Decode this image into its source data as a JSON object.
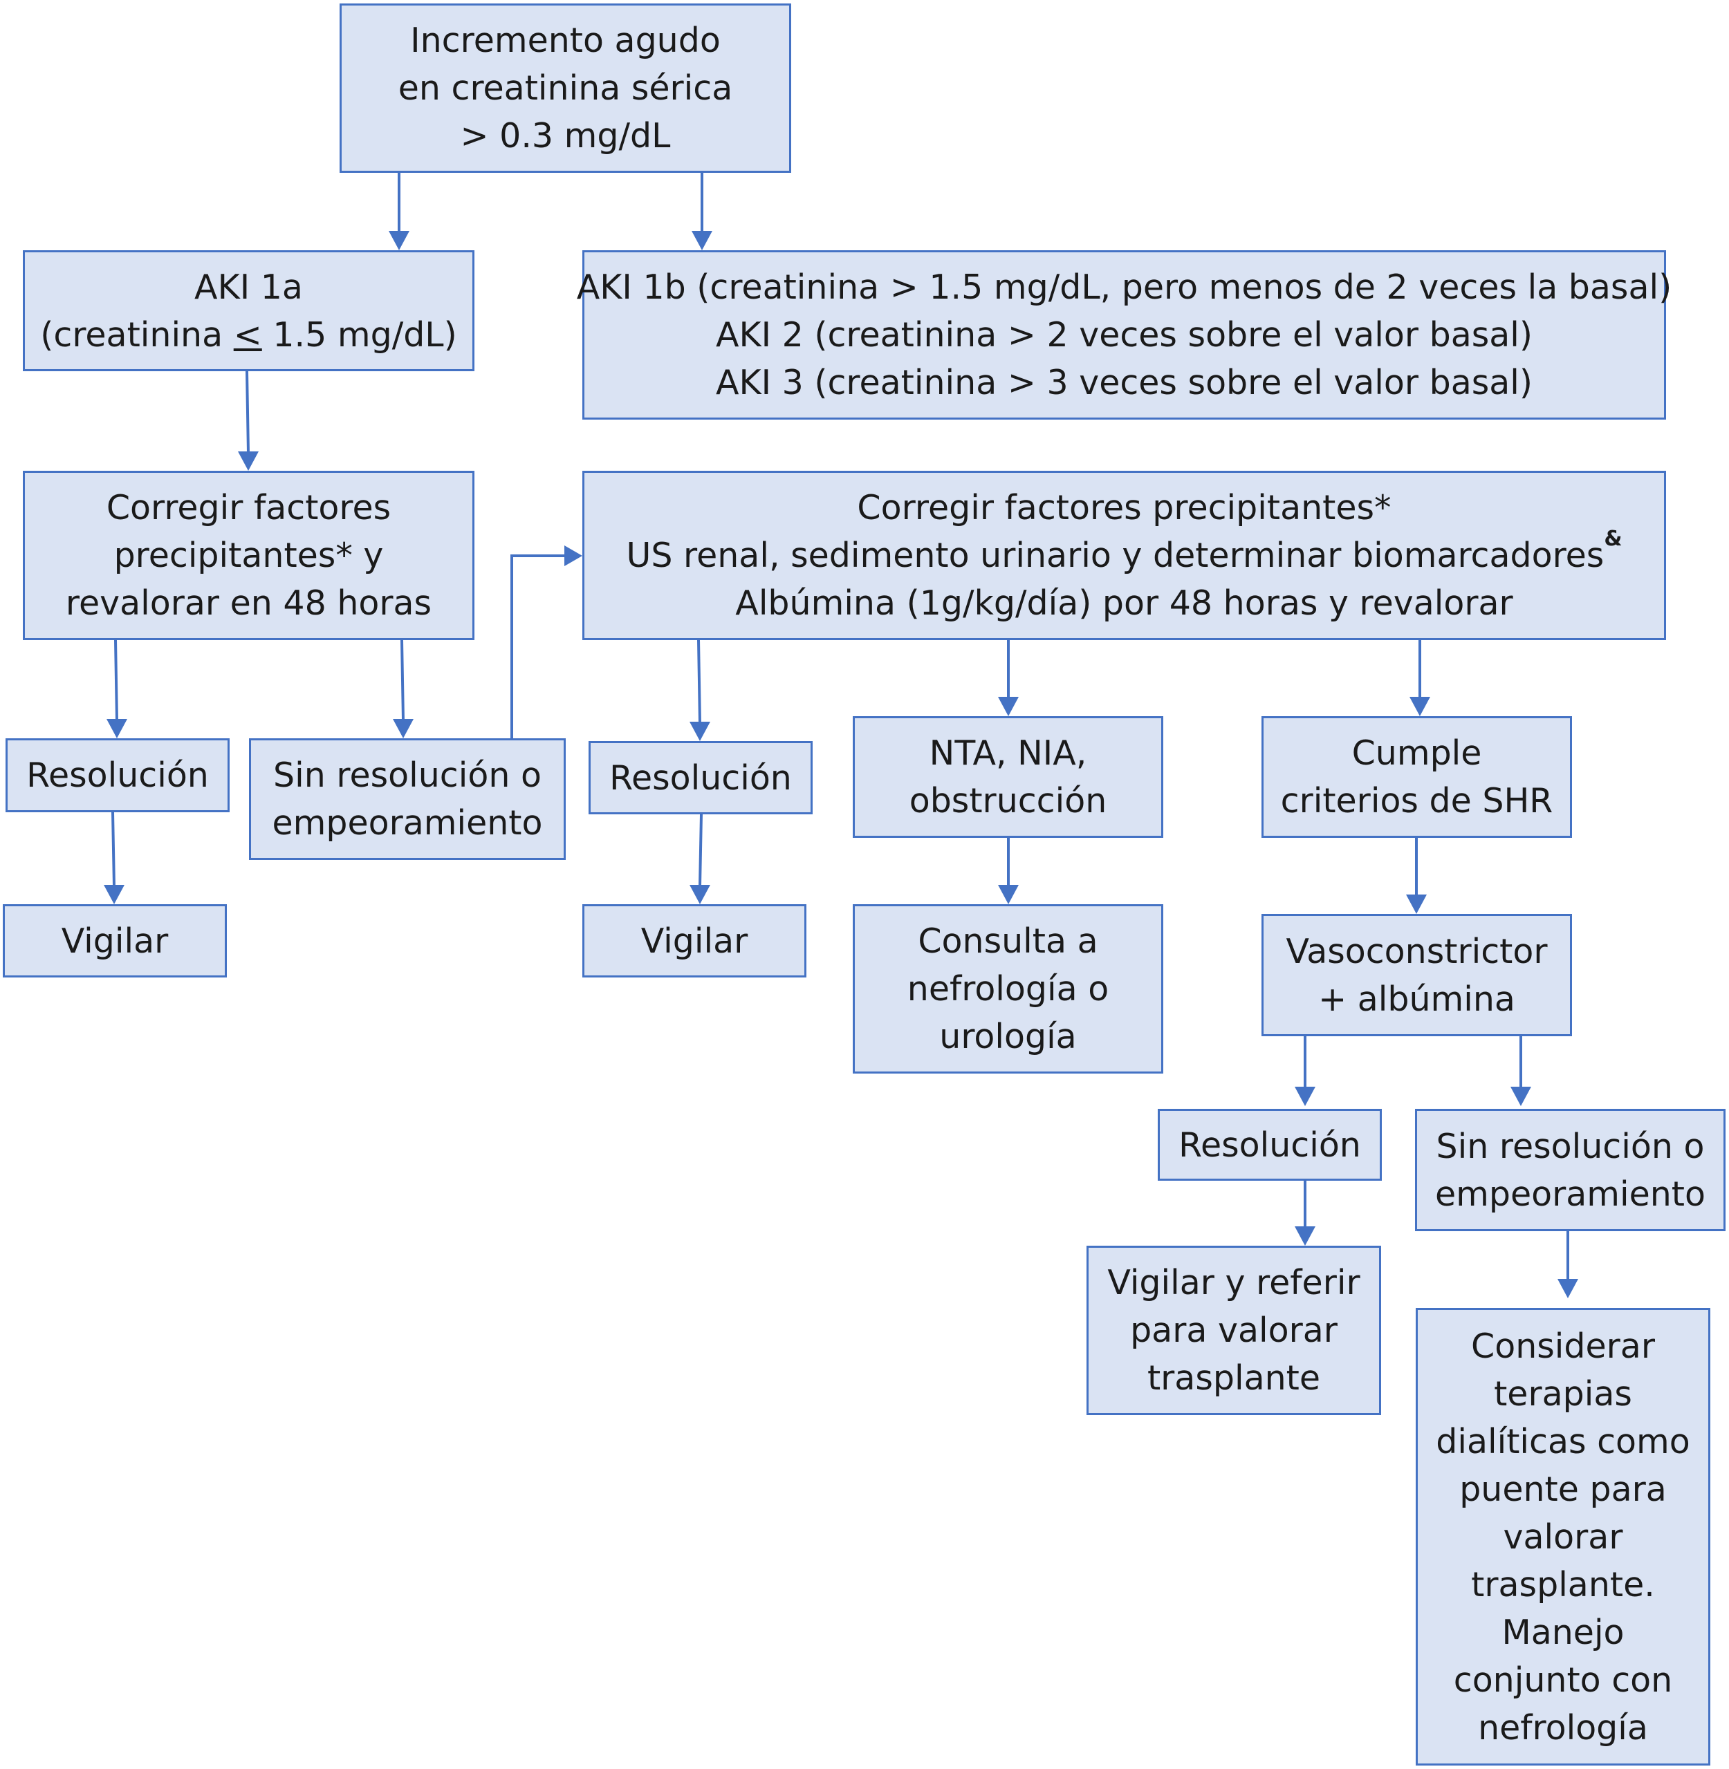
{
  "start": {
    "line1": "Incremento agudo",
    "line2": "en creatinina sérica",
    "line3": "> 0.3 mg/dL"
  },
  "aki1a": {
    "line1": "AKI 1a",
    "line2_prefix": "(creatinina ",
    "line2_symbol": "<",
    "line2_suffix": " 1.5 mg/dL)"
  },
  "aki_high": {
    "line1": "AKI 1b (creatinina > 1.5 mg/dL, pero menos de 2 veces la basal)",
    "line2": "AKI 2 (creatinina > 2 veces sobre el valor basal)",
    "line3": "AKI 3 (creatinina > 3 veces sobre el valor basal)"
  },
  "correct_left": {
    "line1": "Corregir factores",
    "line2": "precipitantes* y",
    "line3": "revalorar en 48 horas"
  },
  "correct_right": {
    "line1": "Corregir factores precipitantes*",
    "line2": "US renal, sedimento urinario y determinar biomarcadores",
    "line2_sup": "&",
    "line3": "Albúmina (1g/kg/día) por 48 horas y revalorar"
  },
  "res_left": {
    "label": "Resolución"
  },
  "vigilar_left": {
    "label": "Vigilar"
  },
  "nores_left": {
    "line1": "Sin resolución o",
    "line2": "empeoramiento"
  },
  "res_mid": {
    "label": "Resolución"
  },
  "vigilar_mid": {
    "label": "Vigilar"
  },
  "nta": {
    "line1": "NTA, NIA,",
    "line2": "obstrucción"
  },
  "consulta": {
    "line1": "Consulta a",
    "line2": "nefrología o",
    "line3": "urología"
  },
  "shr": {
    "line1": "Cumple",
    "line2": "criterios de SHR"
  },
  "vaso": {
    "line1": "Vasoconstrictor",
    "line2": "+ albúmina"
  },
  "res_right": {
    "label": "Resolución"
  },
  "nores_right": {
    "line1": "Sin resolución o",
    "line2": "empeoramiento"
  },
  "vigilar_refer": {
    "line1": "Vigilar y referir",
    "line2": "para valorar",
    "line3": "trasplante"
  },
  "considerar": {
    "lines": [
      "Considerar",
      "terapias",
      "dialíticas como",
      "puente para",
      "valorar",
      "trasplante.",
      "Manejo",
      "conjunto con",
      "nefrología"
    ]
  },
  "colors": {
    "box_fill": "#dae3f3",
    "border": "#4472c4",
    "arrow": "#4472c4"
  }
}
